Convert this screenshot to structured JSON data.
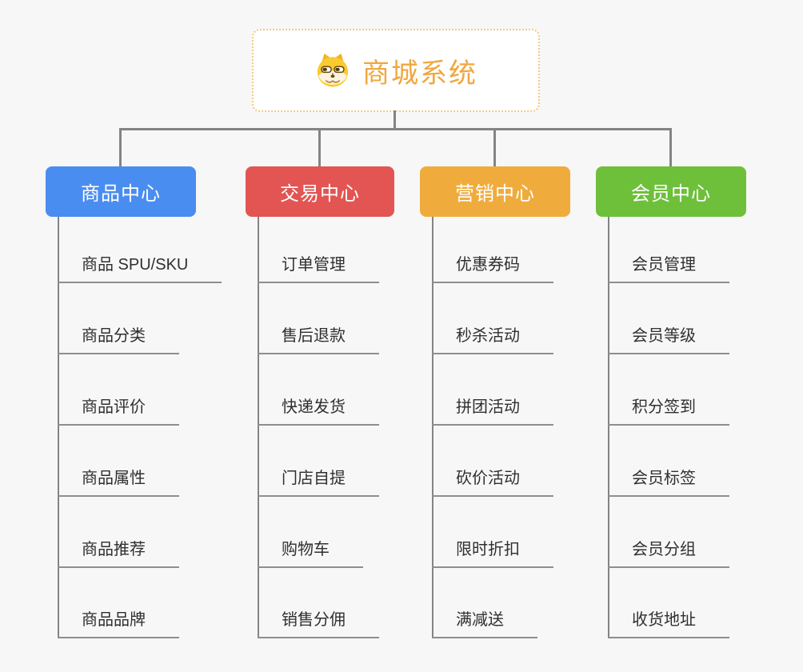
{
  "root": {
    "label": "商城系统",
    "icon": "dog-face-icon",
    "text_color": "#f0a73e",
    "border_color": "#f4c87e"
  },
  "connector_color": "#848484",
  "background_color": "#f7f7f7",
  "branches": [
    {
      "label": "商品中心",
      "color": "#4a8df0",
      "children": [
        "商品 SPU/SKU",
        "商品分类",
        "商品评价",
        "商品属性",
        "商品推荐",
        "商品品牌"
      ]
    },
    {
      "label": "交易中心",
      "color": "#e25552",
      "children": [
        "订单管理",
        "售后退款",
        "快递发货",
        "门店自提",
        "购物车",
        "销售分佣"
      ]
    },
    {
      "label": "营销中心",
      "color": "#efac3c",
      "children": [
        "优惠券码",
        "秒杀活动",
        "拼团活动",
        "砍价活动",
        "限时折扣",
        "满减送"
      ]
    },
    {
      "label": "会员中心",
      "color": "#6ec03b",
      "children": [
        "会员管理",
        "会员等级",
        "积分签到",
        "会员标签",
        "会员分组",
        "收货地址"
      ]
    }
  ]
}
